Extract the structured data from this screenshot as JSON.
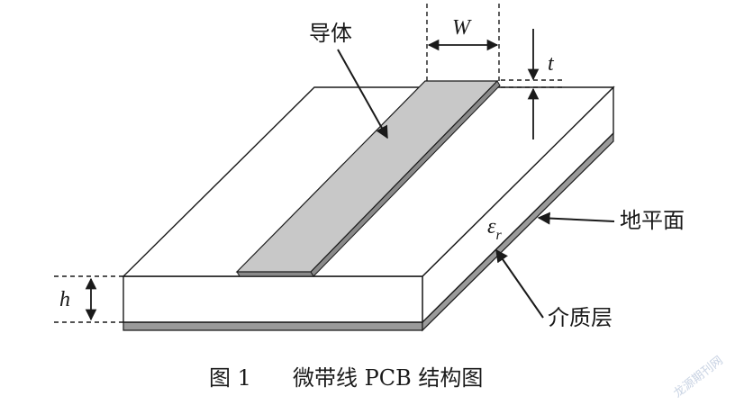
{
  "labels": {
    "conductor": "导体",
    "width_symbol": "W",
    "thickness_symbol": "t",
    "height_symbol": "h",
    "permittivity_symbol": "ε",
    "permittivity_subscript": "r",
    "ground_plane": "地平面",
    "dielectric": "介质层"
  },
  "caption": {
    "number": "图 1",
    "title": "微带线 PCB 结构图"
  },
  "watermark": "龙源期刊网",
  "colors": {
    "line": "#1a1a1a",
    "conductor_fill": "#c8c8c8",
    "conductor_edge": "#8a8a8a",
    "ground_fill": "#9a9a9a",
    "substrate_fill": "#ffffff"
  }
}
